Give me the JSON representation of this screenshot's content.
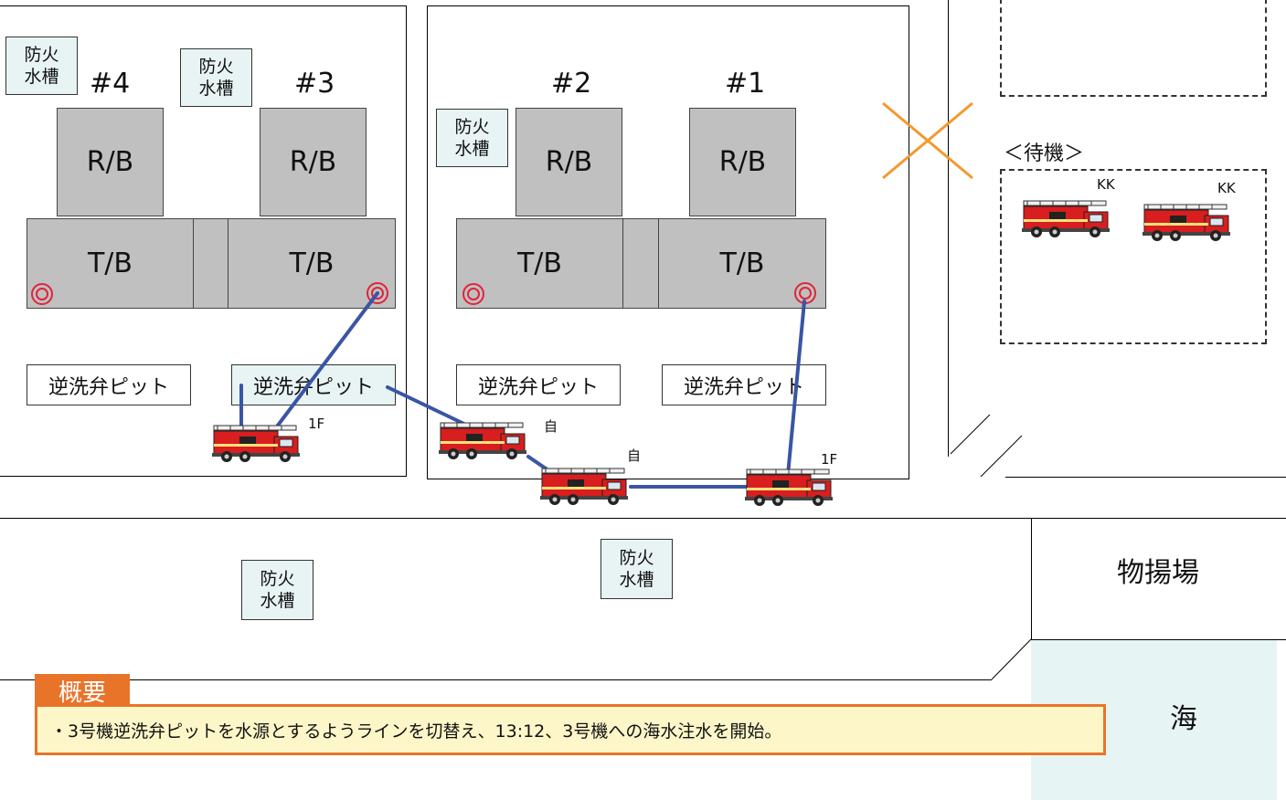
{
  "units": {
    "u4": "#4",
    "u3": "#3",
    "u2": "#2",
    "u1": "#1"
  },
  "buildings": {
    "rb": "R/B",
    "tb": "T/B"
  },
  "tank_label": {
    "line1": "防火",
    "line2": "水槽"
  },
  "pit_label": "逆洗弁ピット",
  "truck_labels": {
    "t3": "1F",
    "t2a": "自",
    "t2b": "自",
    "t1": "1F",
    "standby_a": "KK",
    "standby_b": "KK"
  },
  "standby_title": "＜待機＞",
  "cargo_yard": "物揚場",
  "sea": "海",
  "summary": {
    "tab": "概要",
    "text": "・3号機逆洗弁ピットを水源とするようラインを切替え、13:12、3号機への海水注水を開始。"
  },
  "colors": {
    "hose": "#3a55a4",
    "blocked_road": "#f39a2c",
    "tank_fill": "#e8f4f4",
    "building_fill": "#c0c0c0",
    "summary_accent": "#e8742a",
    "summary_fill": "#fdf6c8",
    "truck_body": "#d81e1e",
    "water_outlet": "#e0243a"
  },
  "icons": {
    "truck": "fire-truck-icon",
    "outlet": "water-outlet-icon",
    "blocked": "blocked-road-x-icon"
  }
}
